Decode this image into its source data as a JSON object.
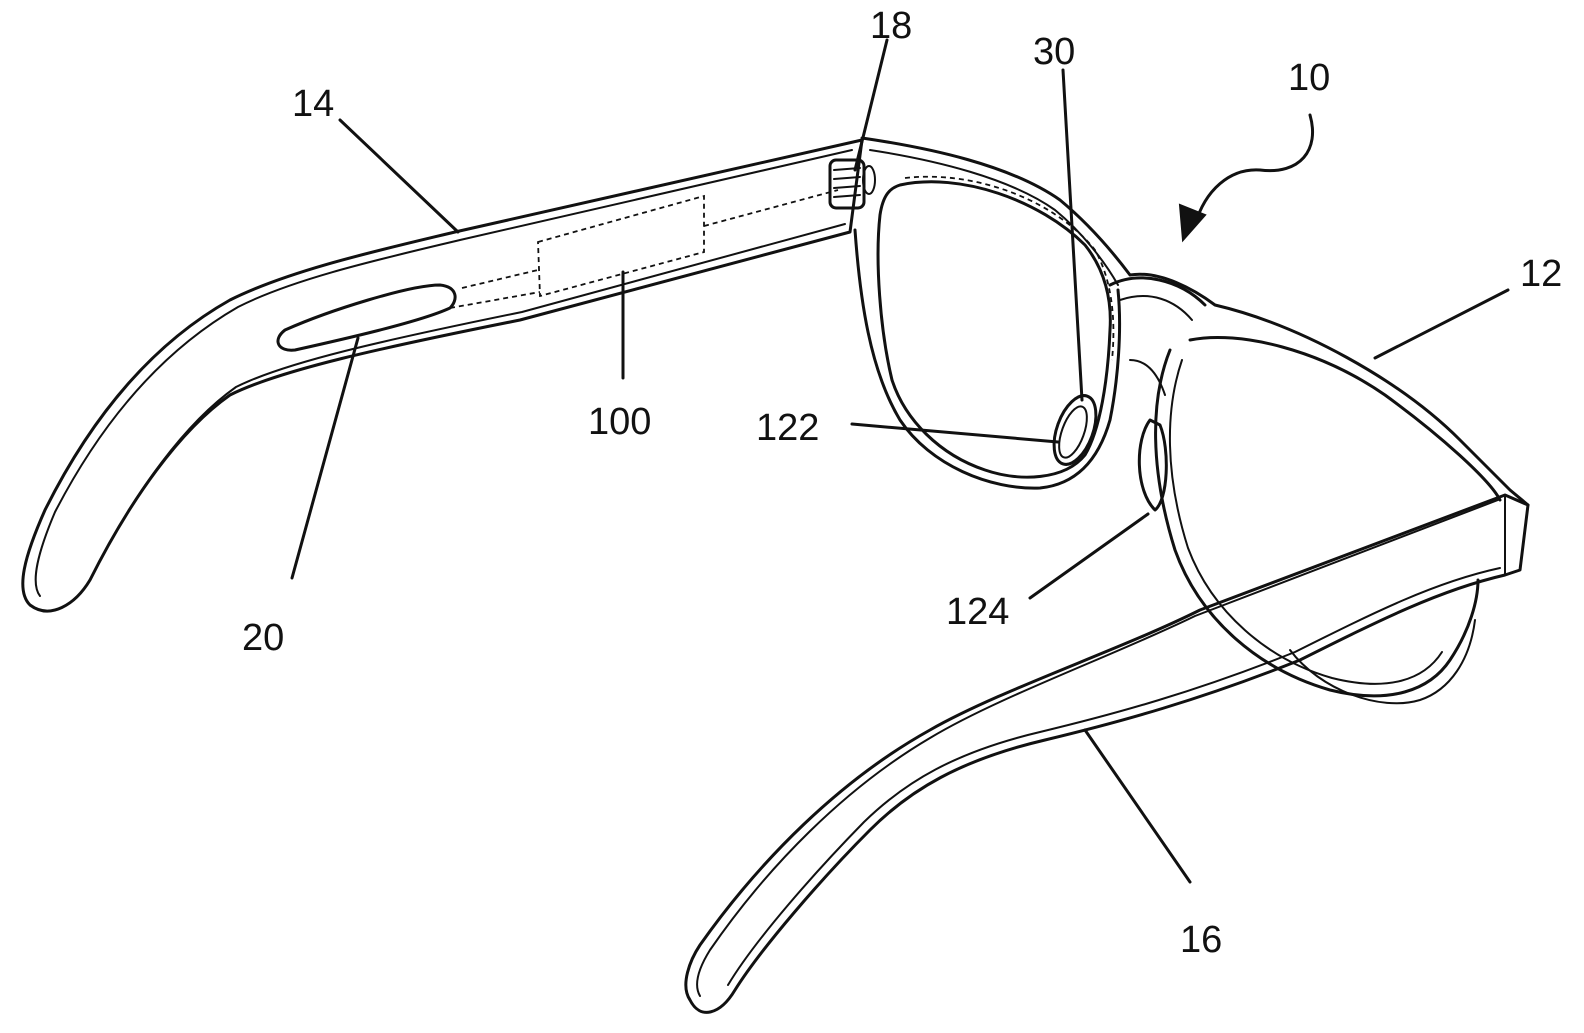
{
  "figure": {
    "type": "patent drawing",
    "subject": "eyeglasses with embedded electronics"
  },
  "labels": {
    "l10": "10",
    "l12": "12",
    "l14": "14",
    "l16": "16",
    "l18": "18",
    "l20": "20",
    "l30": "30",
    "l100": "100",
    "l122": "122",
    "l124": "124"
  },
  "colors": {
    "ink": "#111111",
    "background": "#ffffff"
  }
}
